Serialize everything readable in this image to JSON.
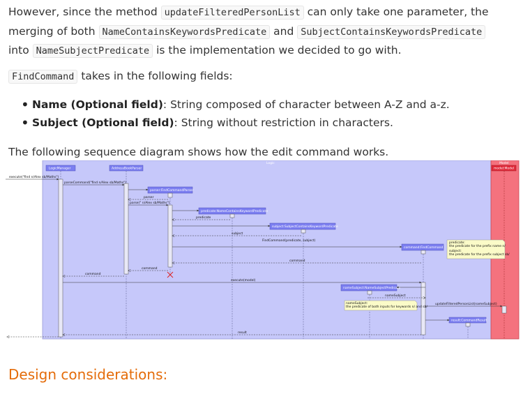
{
  "intro": {
    "t1": "However, since the method ",
    "c1": "updateFilteredPersonList",
    "t2": " can only take one parameter, the merging of both ",
    "c2": "NameContainsKeywordsPredicate",
    "t3": " and ",
    "c3": "SubjectContainsKeywordsPredicate",
    "t4": " into ",
    "c4": "NameSubjectPredicate",
    "t5": " is the implementation we decided to go with."
  },
  "fields_intro": {
    "code": "FindCommand",
    "text": " takes in the following fields:"
  },
  "fields": [
    {
      "label": "Name (Optional field)",
      "desc": ": String composed of character between A-Z and a-z."
    },
    {
      "label": "Subject (Optional field)",
      "desc": ": String without restriction in characters."
    }
  ],
  "diagram_intro": "The following sequence diagram shows how the edit command works.",
  "diagram": {
    "logic_label": "Logic",
    "model_label": "Model",
    "participants": {
      "logic_manager": "LogicManager",
      "address_book_parser": "AddressBookParser",
      "find_command_parser": "parser:FindCommandParser",
      "name_predicate": "predicate:NameContainsKeywordPredicate",
      "subject_predicate": "subject:SubjectContainsKeywordPredicate",
      "find_command": "command:FindCommand",
      "name_subject_predicate": "nameSubject:NameSubjectPredicate",
      "command_result": "result:CommandResult",
      "model": "model:Model"
    },
    "messages": {
      "m1": "execute(\"find n/Alex sb/Maths\")",
      "m2": "parseCommand(\"find n/Alex sb/Maths\")",
      "m3": "parser",
      "m4": "parse(\" n/Alex sb/Maths\")",
      "m5": "predicate",
      "m6": "subject",
      "m7": "FindCommand(predicate, subject)",
      "m8": "command",
      "m9": "command",
      "m10": "command",
      "m11": "execute(model)",
      "m12": "nameSubject",
      "m13": "updateFilteredPersonList(nameSubject)",
      "m14": "result"
    },
    "notes": {
      "n1_a": "predicate:",
      "n1_b": "the predicate for the prefix name n/",
      "n1_c": "subject:",
      "n1_d": "the predicate for the prefix subject sb/",
      "n2_a": "nameSubject:",
      "n2_b": "the predicate of both inputs for keywords n/ and sb/"
    },
    "colors": {
      "logic_bg": "#c6c8fa",
      "model_bg": "#f4727e",
      "participant_box": "#7b7ef0",
      "participant_red": "#e02a3a",
      "line": "#555555",
      "destroy": "#dd2222",
      "note_bg": "#fbfbc8"
    }
  },
  "design_heading": "Design considerations:"
}
